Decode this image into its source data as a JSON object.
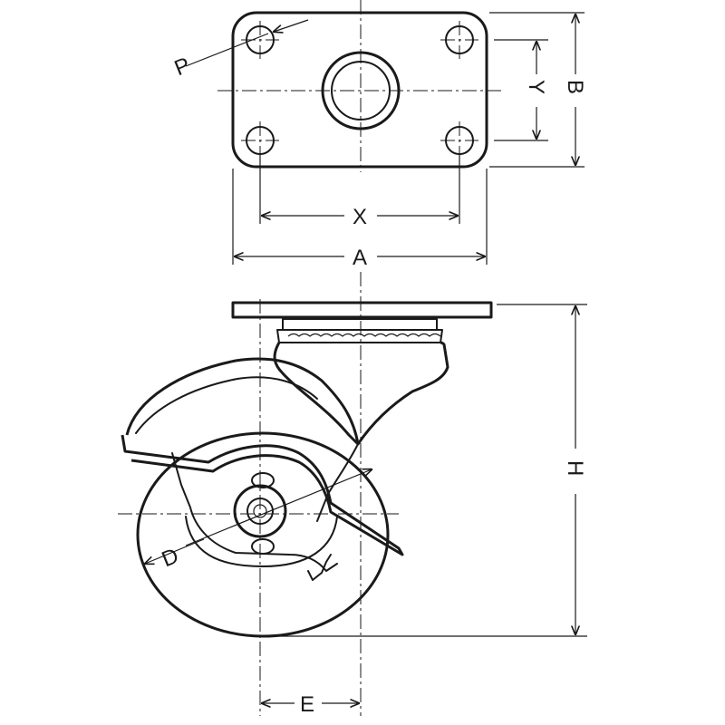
{
  "labels": {
    "p": "P",
    "y": "Y",
    "b": "B",
    "x": "X",
    "a": "A",
    "h": "H",
    "d": "D",
    "e": "E"
  },
  "colors": {
    "line": "#1a1a1a",
    "background": "#ffffff"
  }
}
